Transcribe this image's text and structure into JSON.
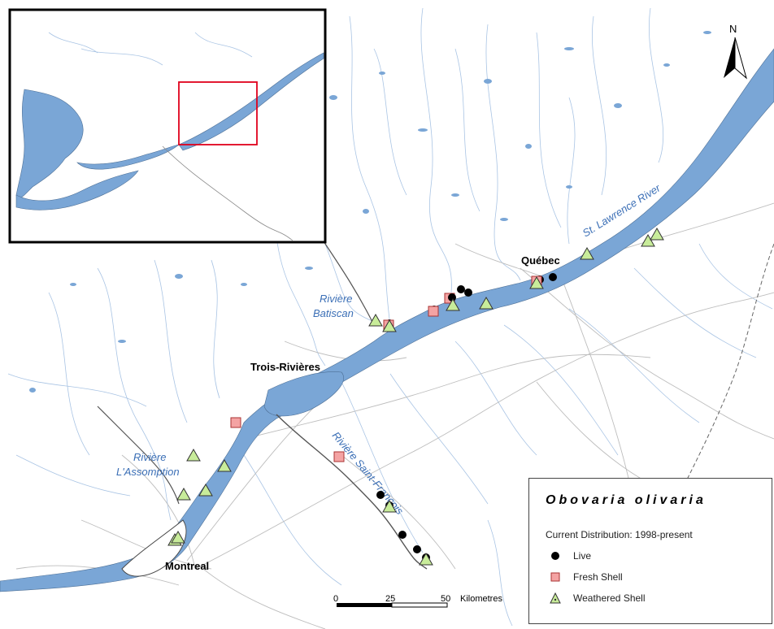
{
  "map": {
    "cities": [
      {
        "id": "quebec",
        "label": "Québec"
      },
      {
        "id": "trois-rivieres",
        "label": "Trois-Rivières"
      },
      {
        "id": "montreal",
        "label": "Montreal"
      }
    ],
    "rivers": [
      {
        "id": "st-lawrence",
        "label": "St. Lawrence River"
      },
      {
        "id": "batiscan-1",
        "label": "Rivière"
      },
      {
        "id": "batiscan-2",
        "label": "Batiscan"
      },
      {
        "id": "assomption-1",
        "label": "Rivière"
      },
      {
        "id": "assomption-2",
        "label": "L'Assomption"
      },
      {
        "id": "saint-francois",
        "label": "Rivière Saint-François"
      }
    ],
    "north_arrow": {
      "label": "N"
    },
    "scale_bar": {
      "ticks": [
        "0",
        "25",
        "50"
      ],
      "unit": "Kilometres"
    },
    "colors": {
      "water": "#7aa6d6",
      "live": "#000000",
      "fresh_shell": "#f4a3a3",
      "weathered_shell": "#c8ec9a",
      "inset_box": "#e0001b"
    }
  },
  "legend": {
    "title": "Obovaria olivaria",
    "subtitle": "Current Distribution: 1998-present",
    "items": [
      {
        "symbol": "live",
        "label": "Live"
      },
      {
        "symbol": "fresh-shell",
        "label": "Fresh Shell"
      },
      {
        "symbol": "weathered-shell",
        "label": "Weathered Shell"
      }
    ]
  }
}
